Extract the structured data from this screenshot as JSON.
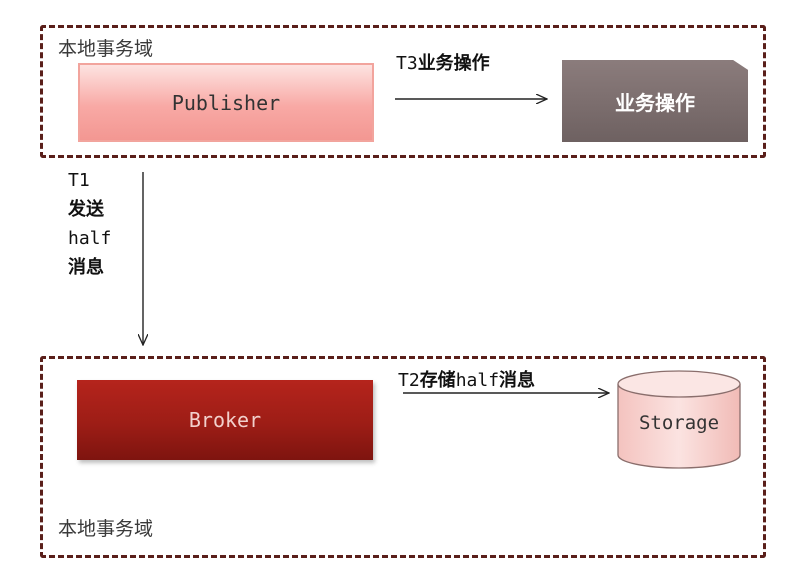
{
  "domains": {
    "top_label": "本地事务域",
    "bottom_label": "本地事务域"
  },
  "nodes": {
    "publisher": "Publisher",
    "business_op": "业务操作",
    "broker": "Broker",
    "storage": "Storage"
  },
  "edges": {
    "t3": {
      "prefix": "T3",
      "text": "业务操作"
    },
    "t2": {
      "prefix": "T2",
      "text": "存储",
      "mono": "half",
      "suffix": "消息"
    },
    "t1": {
      "line1": "T1",
      "line2": "发送",
      "line3": "half",
      "line4": "消息"
    }
  },
  "colors": {
    "domain_border": "#5a1f1a",
    "publisher_fill": "#f8a9a5",
    "business_op_fill": "#7a6c6c",
    "broker_fill": "#9d1d16",
    "storage_fill": "#f7d2cf"
  }
}
